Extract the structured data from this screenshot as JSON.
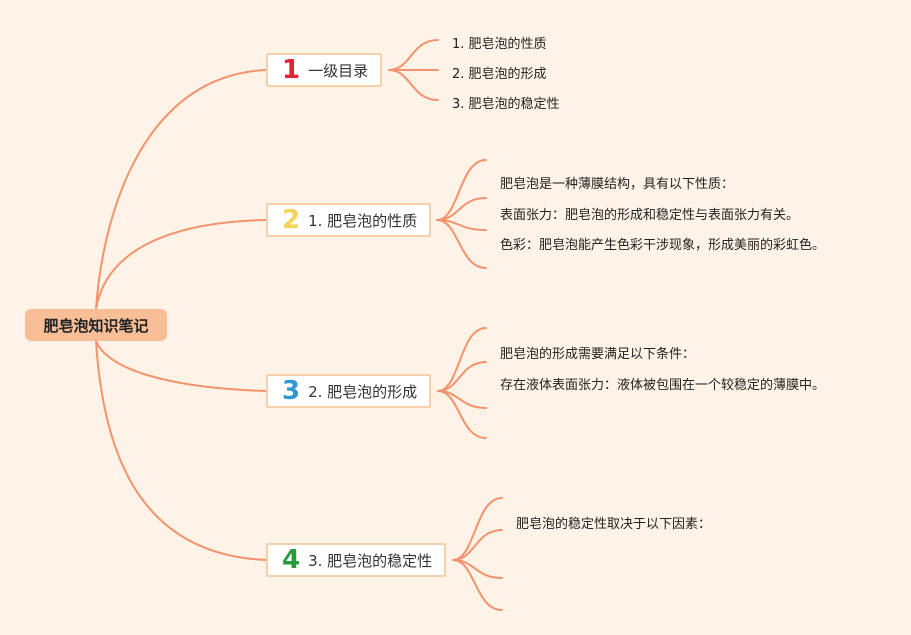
{
  "root": {
    "label": "肥皂泡知识笔记"
  },
  "colors": {
    "background": "#fff2e6",
    "line": "#f3936c",
    "root_fill": "#f8bf96",
    "node_border": "#f7cfa9",
    "badge1": "#e02535",
    "badge2": "#f3d45a",
    "badge3": "#2f97d6",
    "badge4": "#2a9a3a"
  },
  "branches": [
    {
      "badge": "1",
      "label": "一级目录",
      "leaves": [
        "1. 肥皂泡的性质",
        "2. 肥皂泡的形成",
        "3. 肥皂泡的稳定性"
      ]
    },
    {
      "badge": "2",
      "label": "1. 肥皂泡的性质",
      "leaves": [
        "肥皂泡是一种薄膜结构，具有以下性质：",
        "表面张力：肥皂泡的形成和稳定性与表面张力有关。",
        "色彩：肥皂泡能产生色彩干涉现象，形成美丽的彩虹色。",
        ""
      ]
    },
    {
      "badge": "3",
      "label": "2. 肥皂泡的形成",
      "leaves": [
        "肥皂泡的形成需要满足以下条件：",
        "存在液体表面张力：液体被包围在一个较稳定的薄膜中。",
        "",
        ""
      ]
    },
    {
      "badge": "4",
      "label": "3. 肥皂泡的稳定性",
      "leaves": [
        "肥皂泡的稳定性取决于以下因素：",
        "",
        "",
        ""
      ]
    }
  ]
}
